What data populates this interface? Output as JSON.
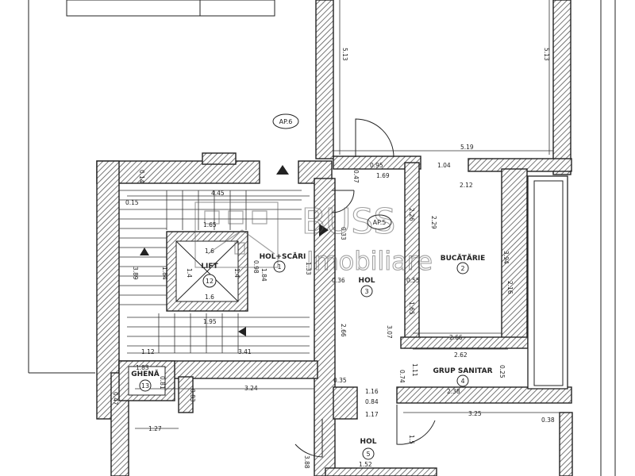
{
  "apartments": {
    "ap6": "AP.6",
    "ap5": "AP.5"
  },
  "rooms": [
    {
      "name": "HOL+SCĂRI",
      "num": "1"
    },
    {
      "name": "BUCĂTĂRIE",
      "num": "2"
    },
    {
      "name": "HOL",
      "num": "3"
    },
    {
      "name": "GRUP SANITAR",
      "num": "4"
    },
    {
      "name": "HOL",
      "num": "5"
    },
    {
      "name": "LIFT",
      "num": "12"
    },
    {
      "name": "GHENĂ",
      "num": "13"
    }
  ],
  "dimensions": {
    "d_513_a": "5.13",
    "d_513_b": "5.13",
    "d_519": "5.19",
    "d_095": "0.95",
    "d_169": "1.69",
    "d_104": "1.04",
    "d_212": "2.12",
    "d_047": "0.47",
    "d_014": "0.14",
    "d_445": "4.45",
    "d_015": "0.15",
    "d_165": "1.65",
    "d_16a": "1.6",
    "d_16b": "1.6",
    "d_14a": "1.4",
    "d_14b": "1.4",
    "d_098": "0.98",
    "d_184": "1.84",
    "d_389": "3.89",
    "d_184b": "1.84",
    "d_195": "1.95",
    "d_341": "3.41",
    "d_226": "2.26",
    "d_229": "2.29",
    "d_394": "3.94",
    "d_216": "2.16",
    "d_036": "0.36",
    "d_055": "0.55",
    "d_165b": "1.65",
    "d_266": "2.66",
    "d_307": "3.07",
    "d_266b": "2.66",
    "d_262": "2.62",
    "d_238": "2.38",
    "d_111": "1.11",
    "d_074": "0.74",
    "d_112": "1.12",
    "d_183": "1.83",
    "d_081": "0.81",
    "d_083": "0.83",
    "d_324": "3.24",
    "d_116": "1.16",
    "d_084": "0.84",
    "d_117": "1.17",
    "d_325": "3.25",
    "d_038": "0.38",
    "d_127": "1.27",
    "d_035": "0.35",
    "d_152": "1.52",
    "d_388": "3.88",
    "d_15": "1.5",
    "d_133": "1.33",
    "d_033": "0.33",
    "d_047b": "0.47",
    "d_025": "0.25"
  },
  "watermark": {
    "brand": "BUSS",
    "sub": "Imobiliare"
  },
  "colors": {
    "line": "#222222",
    "hatch": "#555555",
    "watermark": "#555555"
  }
}
